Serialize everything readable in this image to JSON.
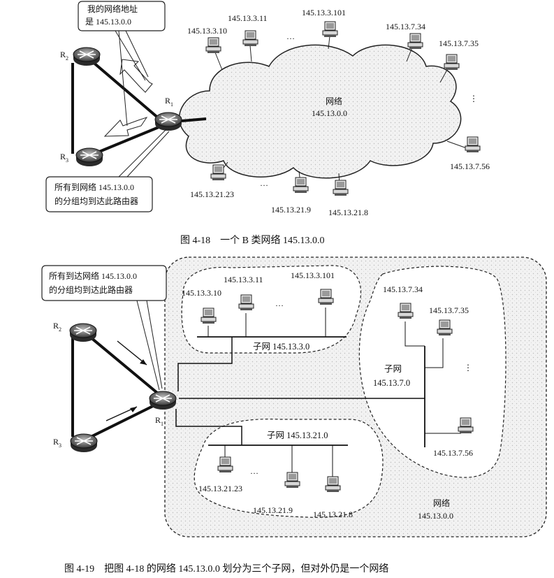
{
  "fig18": {
    "caption": "图 4-18　一个 B 类网络 145.13.0.0",
    "callout_top": [
      "我的网络地址",
      "是 145.13.0.0"
    ],
    "callout_bottom": [
      "所有到网络 145.13.0.0",
      "的分组均到达此路由器"
    ],
    "routers": [
      "R",
      "R",
      "R"
    ],
    "router_subs": [
      "2",
      "1",
      "3"
    ],
    "cloud_label": [
      "网络",
      "145.13.0.0"
    ],
    "hosts": [
      "145.13.3.10",
      "145.13.3.11",
      "145.13.3.101",
      "145.13.7.34",
      "145.13.7.35",
      "145.13.7.56",
      "145.13.21.23",
      "145.13.21.9",
      "145.13.21.8"
    ],
    "ellipses": [
      "…",
      "…",
      "…"
    ]
  },
  "fig19": {
    "caption": "图 4-19　把图 4-18 的网络 145.13.0.0 划分为三个子网，但对外仍是一个网络",
    "callout": [
      "所有到达网络 145.13.0.0",
      "的分组均到达此路由器"
    ],
    "routers": [
      "R",
      "R",
      "R"
    ],
    "router_subs": [
      "2",
      "1",
      "3"
    ],
    "subnet_a": "子网 145.13.3.0",
    "subnet_b": [
      "子网",
      "145.13.7.0"
    ],
    "subnet_c": "子网 145.13.21.0",
    "network_label": [
      "网络",
      "145.13.0.0"
    ],
    "hosts": [
      "145.13.3.10",
      "145.13.3.11",
      "145.13.3.101",
      "145.13.7.34",
      "145.13.7.35",
      "145.13.7.56",
      "145.13.21.23",
      "145.13.21.9",
      "145.13.21.8"
    ],
    "ellipses": [
      "…",
      "…",
      "…"
    ]
  }
}
